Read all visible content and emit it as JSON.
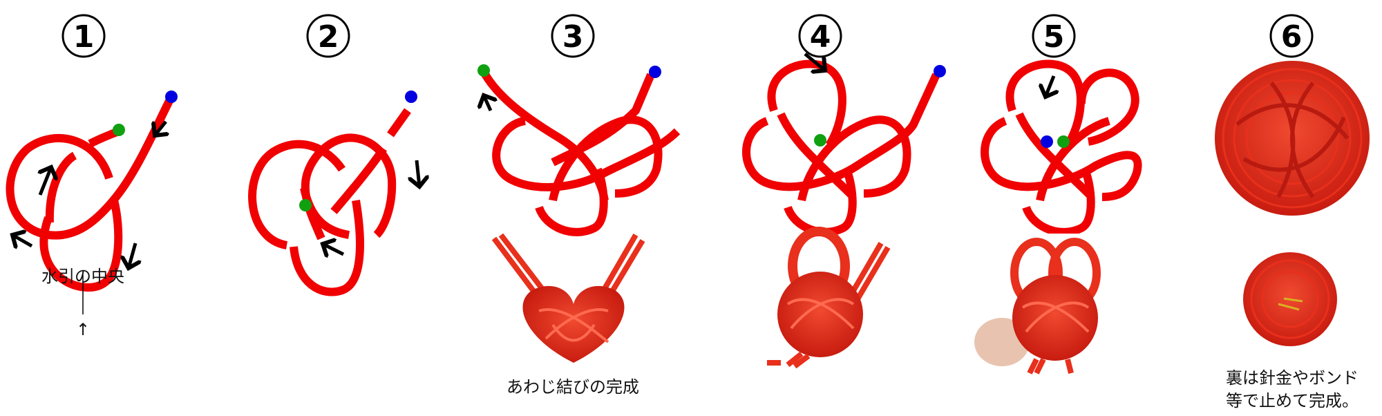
{
  "steps": [
    {
      "number": "1",
      "caption_arrow": "↑",
      "caption": "水引の中央"
    },
    {
      "number": "2"
    },
    {
      "number": "3",
      "caption": "あわじ結びの完成"
    },
    {
      "number": "4"
    },
    {
      "number": "5"
    },
    {
      "number": "6",
      "caption_line1": "裏は針金やボンド",
      "caption_line2": "等で止めて完成。"
    }
  ],
  "colors": {
    "cord": "#f00000",
    "end_a": "#0000e0",
    "end_b": "#10a010",
    "photo_cord": "#e8301c"
  }
}
